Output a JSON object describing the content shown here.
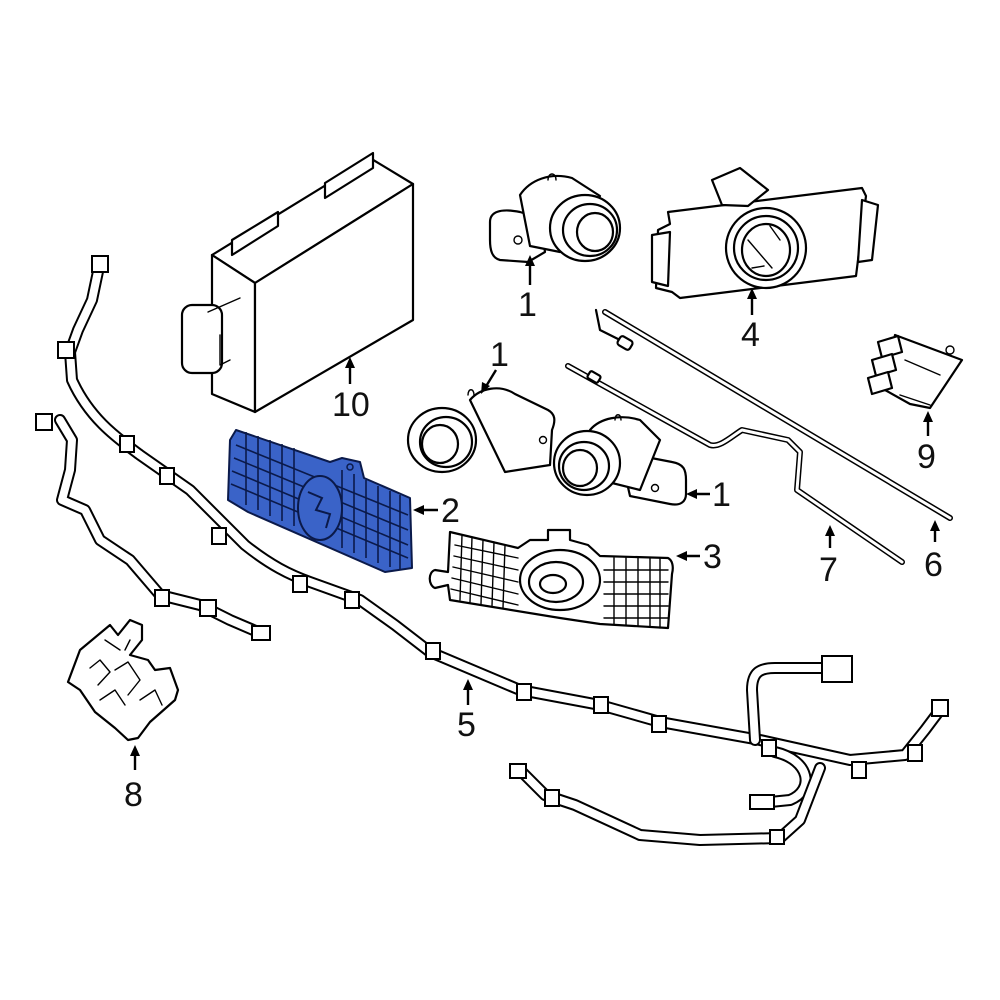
{
  "diagram": {
    "type": "exploded parts diagram",
    "subject": "Parking assist sensors, brackets, module and wiring harness",
    "highlight_color": "#3A63C8",
    "line_color": "#000000",
    "background": "#FFFFFF",
    "highlighted_part": "2"
  },
  "callouts": [
    {
      "id": "c1a",
      "label": "1",
      "part": "parking-sensor-top"
    },
    {
      "id": "c1b",
      "label": "1",
      "part": "parking-sensor-middle"
    },
    {
      "id": "c1c",
      "label": "1",
      "part": "parking-sensor-right"
    },
    {
      "id": "c2",
      "label": "2",
      "part": "sensor-bracket-highlighted"
    },
    {
      "id": "c3",
      "label": "3",
      "part": "sensor-bracket-grid"
    },
    {
      "id": "c4",
      "label": "4",
      "part": "sensor-mount-plate"
    },
    {
      "id": "c5",
      "label": "5",
      "part": "wiring-harness"
    },
    {
      "id": "c6",
      "label": "6",
      "part": "rod-long"
    },
    {
      "id": "c7",
      "label": "7",
      "part": "rod-bent"
    },
    {
      "id": "c8",
      "label": "8",
      "part": "connector-housing"
    },
    {
      "id": "c9",
      "label": "9",
      "part": "relay-connector"
    },
    {
      "id": "c10",
      "label": "10",
      "part": "control-module"
    }
  ]
}
